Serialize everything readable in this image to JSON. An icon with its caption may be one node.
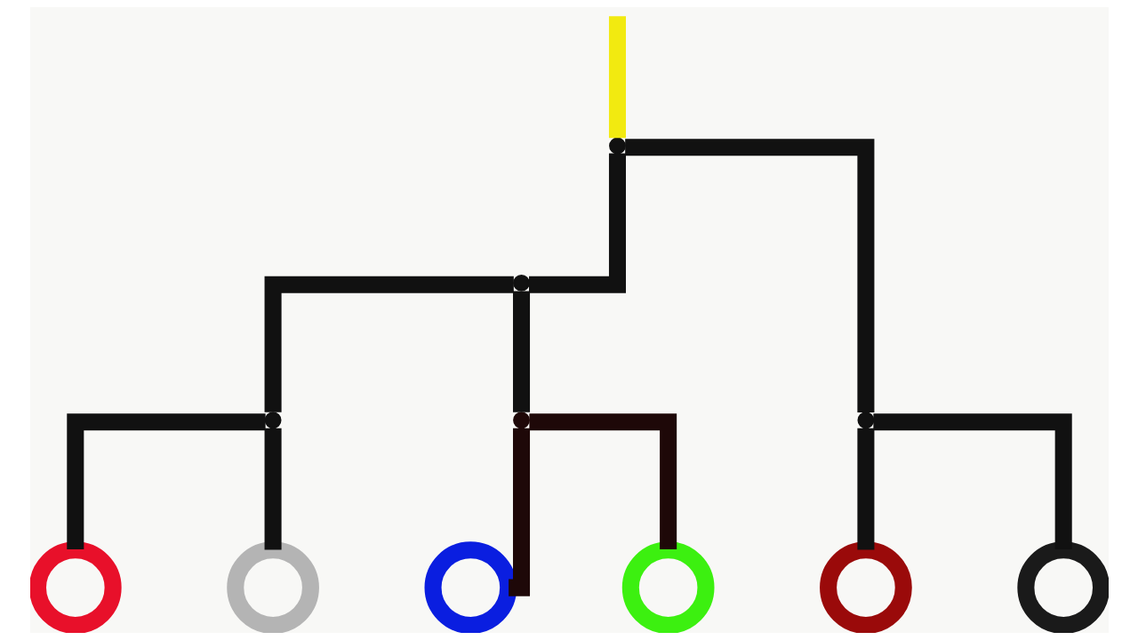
{
  "diagram": {
    "nodes": [
      {
        "text": [],
        "shape": "point"
      },
      {
        "text": [],
        "shape": "point"
      },
      {
        "text": [],
        "shape": "point"
      },
      {
        "text": [],
        "shape": "point"
      },
      {
        "text": [],
        "shape": "point"
      },
      {
        "text": [],
        "shape": "circle"
      },
      {
        "text": [],
        "shape": "circle"
      },
      {
        "text": [],
        "shape": "circle"
      },
      {
        "text": [],
        "shape": "circle"
      },
      {
        "text": [],
        "shape": "circle"
      },
      {
        "text": [],
        "shape": "circle"
      }
    ],
    "edges": [
      {
        "from": null,
        "to": 0,
        "arrow": "none",
        "color": "#f2ea10"
      },
      {
        "from": 0,
        "to": 1,
        "arrow": "none"
      },
      {
        "from": 0,
        "to": 4,
        "arrow": "none"
      },
      {
        "from": 1,
        "to": 2,
        "arrow": "none"
      },
      {
        "from": 1,
        "to": 3,
        "arrow": "none"
      },
      {
        "from": 2,
        "to": 5,
        "arrow": "none"
      },
      {
        "from": 2,
        "to": 6,
        "arrow": "none"
      },
      {
        "from": 3,
        "to": 7,
        "arrow": "none",
        "color": "#1e0808"
      },
      {
        "from": 3,
        "to": 8,
        "arrow": "none",
        "color": "#1e0808"
      },
      {
        "from": 4,
        "to": 9,
        "arrow": "none"
      },
      {
        "from": 4,
        "to": 10,
        "arrow": "none"
      }
    ]
  }
}
